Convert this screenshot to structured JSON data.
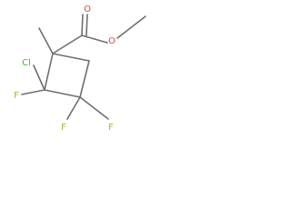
{
  "molecule": {
    "atoms": {
      "methyl_top": "",
      "ester_oxygen_double": "O",
      "ester_oxygen_single": "O",
      "chlorine": "Cl",
      "fluorine_1": "F",
      "fluorine_2": "F",
      "fluorine_3": "F"
    }
  },
  "colors": {
    "bond": "#6f6f6f",
    "oxygen": "#d24b4b",
    "chlorine": "#49b53a",
    "fluorine": "#a5b53a"
  }
}
